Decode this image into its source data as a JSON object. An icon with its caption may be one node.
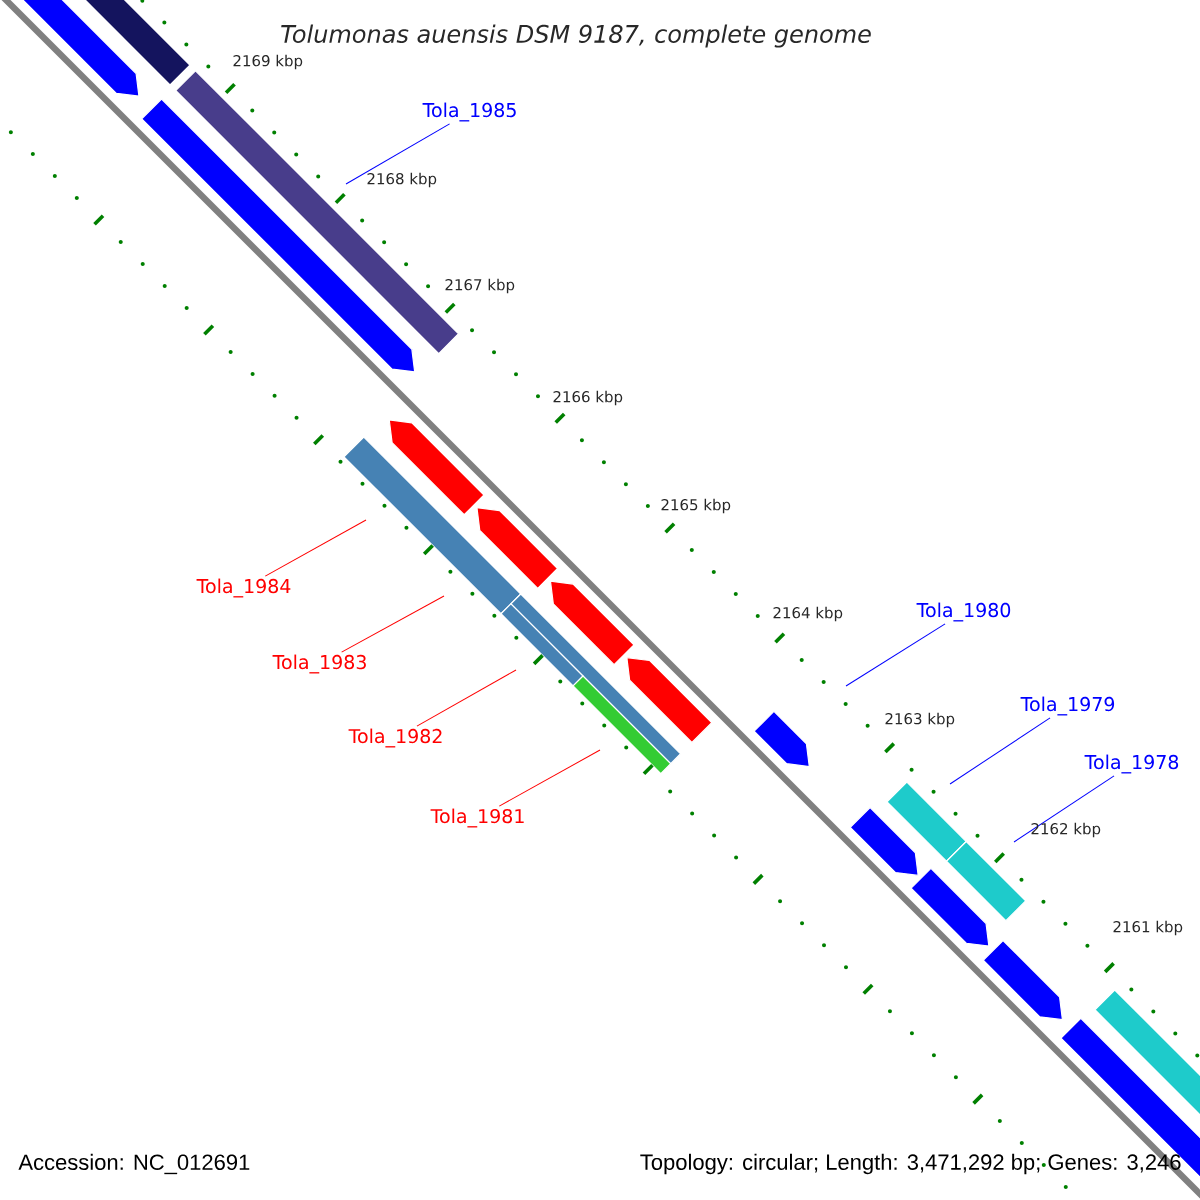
{
  "diagram": {
    "title": "Tolumonas auensis DSM 9187, complete genome",
    "nodes": [
      {
        "text": [
          "Tola_1985"
        ]
      },
      {
        "text": [
          "Tola_1984"
        ]
      },
      {
        "text": [
          "Tola_1983"
        ]
      },
      {
        "text": [
          "Tola_1982"
        ]
      },
      {
        "text": [
          "Tola_1981"
        ]
      },
      {
        "text": [
          "Tola_1980"
        ]
      },
      {
        "text": [
          "Tola_1979"
        ]
      },
      {
        "text": [
          "Tola_1978"
        ]
      }
    ],
    "edges": [
      {
        "from": 0,
        "to": null,
        "arrow": "none",
        "color": "#0000ff"
      },
      {
        "from": 1,
        "to": null,
        "arrow": "none",
        "color": "#ff0000"
      },
      {
        "from": 2,
        "to": null,
        "arrow": "none",
        "color": "#ff0000"
      },
      {
        "from": 3,
        "to": null,
        "arrow": "none",
        "color": "#ff0000"
      },
      {
        "from": 4,
        "to": null,
        "arrow": "none",
        "color": "#ff0000"
      },
      {
        "from": 5,
        "to": null,
        "arrow": "none",
        "color": "#0000ff"
      },
      {
        "from": 6,
        "to": null,
        "arrow": "none",
        "color": "#0000ff"
      },
      {
        "from": 7,
        "to": null,
        "arrow": "none",
        "color": "#0000ff"
      }
    ],
    "labels": [
      "2169 kbp",
      "2168 kbp",
      "2167 kbp",
      "2166 kbp",
      "2165 kbp",
      "2164 kbp",
      "2163 kbp",
      "2162 kbp",
      "2161 kbp",
      "Accession: NC_012691",
      "Topology: circular; Length: 3,471,292 bp; Genes: 3,246"
    ]
  }
}
